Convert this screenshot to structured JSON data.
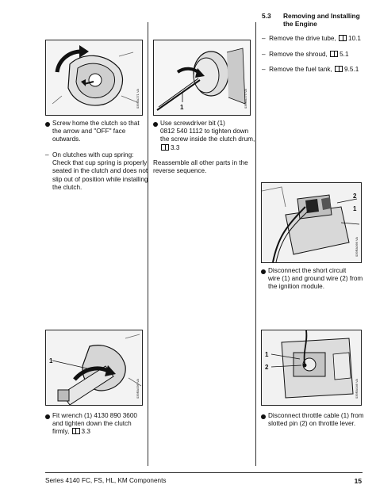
{
  "section": {
    "number": "5.3",
    "title_line1": "Removing and Installing",
    "title_line2": "the Engine"
  },
  "steps_right_top": [
    {
      "text": "Remove the drive tube,",
      "ref": "10.1"
    },
    {
      "text": "Remove the shroud,",
      "ref": "5.1"
    },
    {
      "text": "Remove the fuel tank,",
      "ref": "9.5.1"
    }
  ],
  "col1_top": {
    "bullet_line1": "Screw home the clutch so that",
    "bullet_line2": "the arrow and \"OFF\" face",
    "bullet_line3": "outwards.",
    "dash_line1": "On clutches with cup spring:",
    "dash_line2": "Check that cup spring is properly",
    "dash_line3": "seated in the clutch and does not",
    "dash_line4": "slip out of position while installing",
    "dash_line5": "the clutch."
  },
  "col2_top": {
    "bullet_line1": "Use screwdriver bit (1)",
    "bullet_line2": "0812 540 1112 to tighten down",
    "bullet_line3": "the screw inside the clutch drum,",
    "ref": "3.3",
    "note_line1": "Reassemble all other parts in the",
    "note_line2": "reverse sequence."
  },
  "col3_mid": {
    "bullet_line1": "Disconnect the short circuit",
    "bullet_line2": "wire (1) and ground wire (2) from",
    "bullet_line3": "the ignition module."
  },
  "col1_bottom": {
    "bullet_line1": "Fit wrench (1) 4130 890 3600",
    "bullet_line2": "and tighten down the clutch",
    "bullet_line3": "firmly,",
    "ref": "3.3"
  },
  "col3_bottom": {
    "bullet_line1": "Disconnect throttle cable (1) from",
    "bullet_line2": "slotted pin (2) on throttle lever."
  },
  "figures": {
    "fig1_code": "039RA271 VA",
    "fig2_code": "039RA279 VA",
    "fig3_code": "039RA066 VA",
    "fig4_code": "039RA099 VA",
    "fig5_code": "039RA046 VA",
    "fig2_label": "1",
    "fig3_label_1": "1",
    "fig3_label_2": "2",
    "fig4_label": "1",
    "fig5_label_1": "1",
    "fig5_label_2": "2"
  },
  "footer": {
    "series": "Series 4140 FC, FS, HL, KM Components",
    "page": "15"
  }
}
